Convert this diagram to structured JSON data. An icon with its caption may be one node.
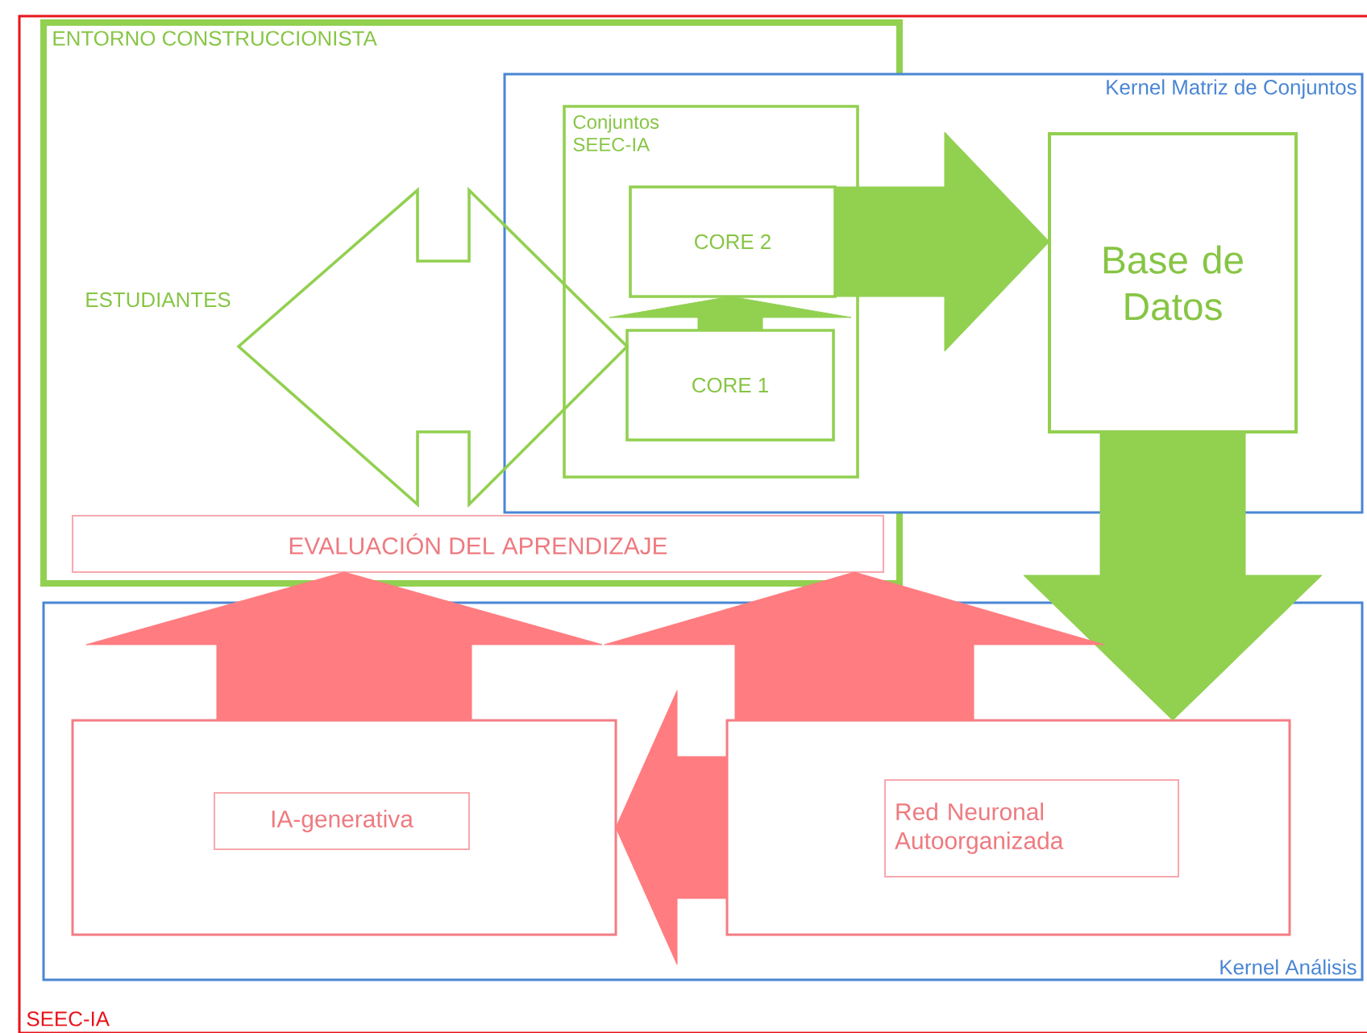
{
  "diagram": {
    "nodes": [
      {
        "text": [
          "SEEC-IA"
        ]
      },
      {
        "text": [
          "ENTORNO CONSTRUCCIONISTA"
        ],
        "in": 0
      },
      {
        "text": [
          "Kernel Matriz de Conjuntos"
        ],
        "in": 0
      },
      {
        "text": [
          "Conjuntos SEEC-IA"
        ]
      },
      {
        "text": [
          "CORE 2"
        ],
        "in": 3
      },
      {
        "text": [
          "CORE 1"
        ],
        "in": 3
      },
      {
        "text": [
          "Base de Datos"
        ],
        "in": 2
      },
      {
        "text": [
          "ESTUDIANTES"
        ],
        "in": 1
      },
      {
        "text": [
          "EVALUACIÓN  DEL APRENDIZAJE"
        ],
        "in": 1
      },
      {
        "text": [
          "Kernel Análisis"
        ],
        "in": 0
      },
      {
        "text": [],
        "shape": "box",
        "in": 9
      },
      {
        "text": [
          "IA-generativa"
        ],
        "in": 10
      },
      {
        "text": [],
        "shape": "box",
        "in": 9
      },
      {
        "text": [
          "Red Neuronal Autoorganizada"
        ],
        "in": 12
      }
    ],
    "edges": [
      {
        "from": 7,
        "to": 5,
        "arrow": "both"
      },
      {
        "from": 5,
        "to": 4,
        "arrow": "to"
      },
      {
        "from": 4,
        "to": 6,
        "arrow": "to"
      },
      {
        "from": 6,
        "to": 12,
        "arrow": "to"
      },
      {
        "from": 10,
        "to": 8,
        "arrow": "to",
        "color": "#ff7c80"
      },
      {
        "from": 12,
        "to": 8,
        "arrow": "to",
        "color": "#ff7c80"
      },
      {
        "from": 12,
        "to": 10,
        "arrow": "to",
        "color": "#ff7c80"
      }
    ]
  }
}
